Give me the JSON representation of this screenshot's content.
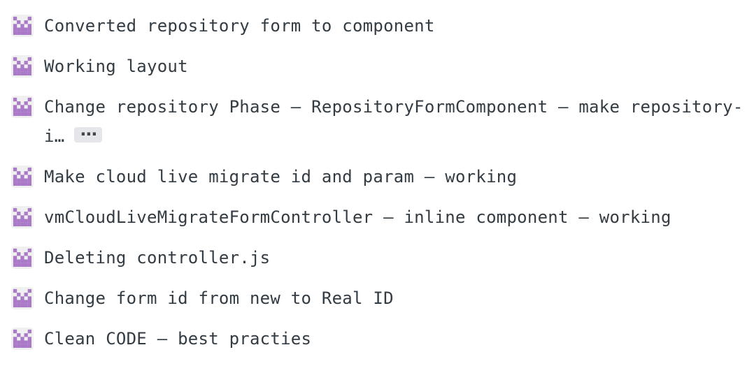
{
  "page": {
    "kind": "commit-list"
  },
  "avatar": {
    "icon": "identicon-avatar",
    "color": "#aa7ac8",
    "background": "#f0f0f0",
    "pattern": [
      [
        1,
        0,
        0,
        0,
        1
      ],
      [
        0,
        1,
        0,
        1,
        0
      ],
      [
        1,
        0,
        1,
        0,
        1
      ],
      [
        1,
        1,
        1,
        1,
        1
      ],
      [
        1,
        1,
        1,
        1,
        1
      ]
    ]
  },
  "expander": {
    "label": "…"
  },
  "commits": [
    {
      "message": "Converted repository form to component",
      "truncated": false
    },
    {
      "message": "Working layout",
      "truncated": false
    },
    {
      "message": "Change repository Phase — RepositoryFormComponent — make repository-i…",
      "truncated": true
    },
    {
      "message": "Make cloud live migrate id and param — working",
      "truncated": false
    },
    {
      "message": "vmCloudLiveMigrateFormController — inline component — working",
      "truncated": false
    },
    {
      "message": "Deleting controller.js",
      "truncated": false
    },
    {
      "message": "Change form id from new to Real ID",
      "truncated": false
    },
    {
      "message": "Clean CODE — best practies",
      "truncated": false
    }
  ],
  "colors": {
    "page_background": "#ffffff",
    "text": "#333b43",
    "expander_background": "#e4e6ea",
    "expander_dots": "#40464d"
  }
}
